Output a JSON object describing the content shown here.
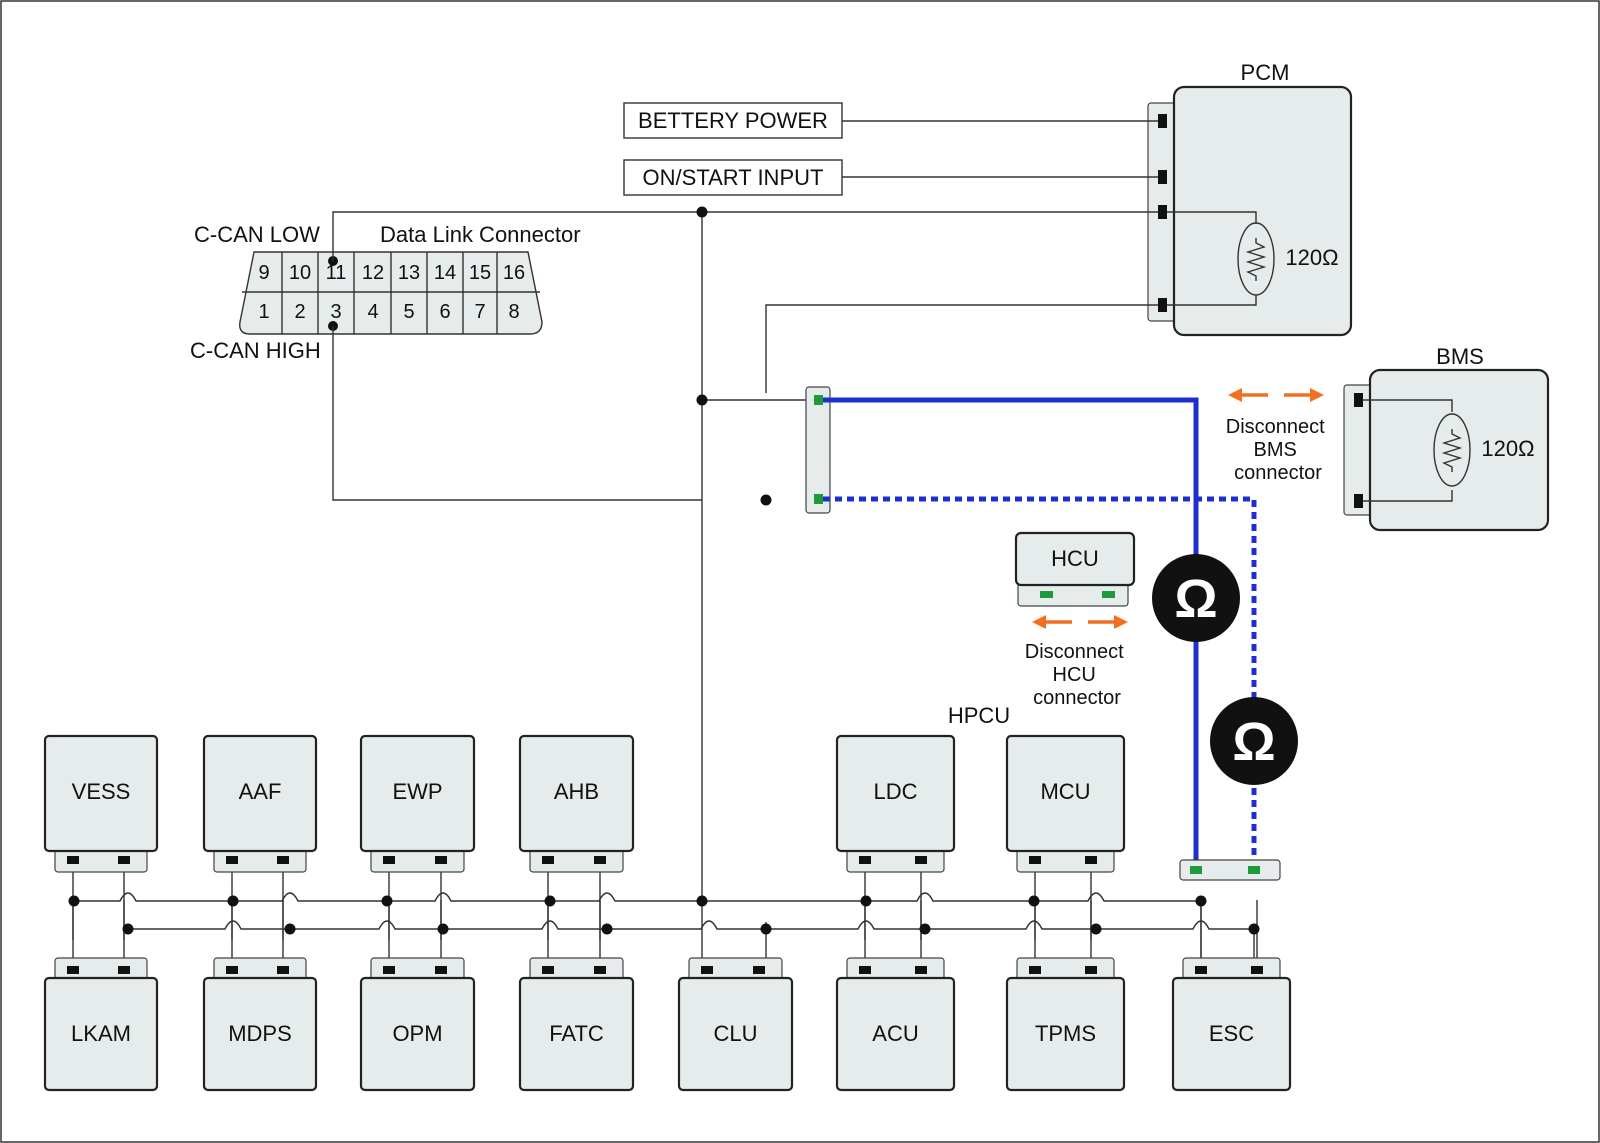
{
  "inputs": {
    "battery_power": "BETTERY POWER",
    "on_start_input": "ON/START INPUT"
  },
  "dlc": {
    "title": "Data Link Connector",
    "can_low_label": "C-CAN LOW",
    "can_high_label": "C-CAN HIGH",
    "top_pins": [
      "9",
      "10",
      "11",
      "12",
      "13",
      "14",
      "15",
      "16"
    ],
    "bottom_pins": [
      "1",
      "2",
      "3",
      "4",
      "5",
      "6",
      "7",
      "8"
    ]
  },
  "pcm": {
    "label": "PCM",
    "resistor": "120Ω"
  },
  "bms": {
    "label": "BMS",
    "resistor": "120Ω",
    "note": [
      "Disconnect",
      "BMS",
      "connector"
    ]
  },
  "hcu": {
    "label": "HCU",
    "note": [
      "Disconnect",
      "HCU",
      "connector"
    ]
  },
  "hpcu_label": "HPCU",
  "ohm_symbol": "Ω",
  "top_row_modules": [
    "VESS",
    "AAF",
    "EWP",
    "AHB",
    "LDC",
    "MCU"
  ],
  "bottom_row_modules": [
    "LKAM",
    "MDPS",
    "OPM",
    "FATC",
    "CLU",
    "ACU",
    "TPMS",
    "ESC"
  ],
  "colors": {
    "module_fill": "#e6ecec",
    "measure_wire": "#1d2fd1",
    "arrow": "#f07020",
    "pin_green": "#1f9a3a"
  }
}
